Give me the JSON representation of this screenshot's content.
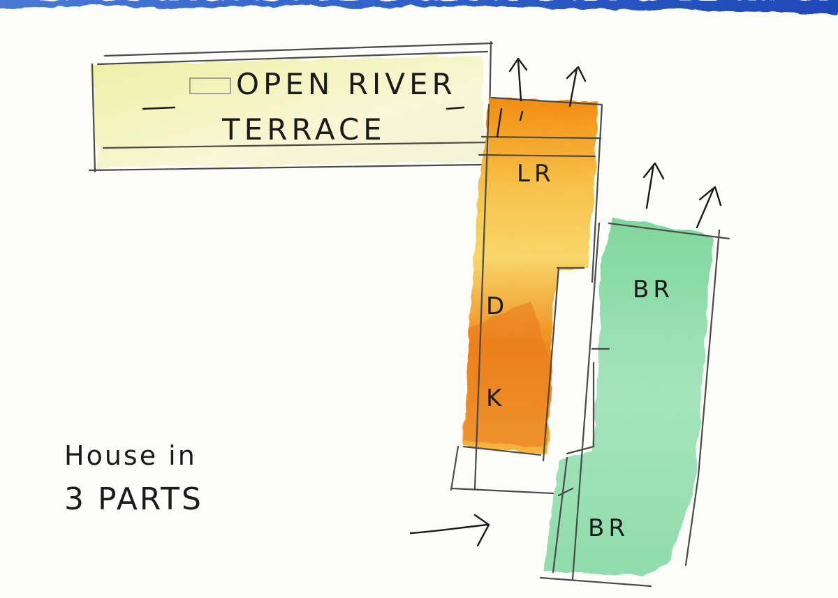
{
  "title_text": {
    "line1": "House in",
    "line2": "3 PARTS"
  },
  "zones": {
    "terrace": {
      "label_line1": "OPEN RIVER",
      "label_line2": "TERRACE",
      "color": "#f4f1b8"
    },
    "living": {
      "label_lr": "LR",
      "label_d": "D",
      "label_k": "K",
      "color": "#f39a1e"
    },
    "bedrooms": {
      "label_br_upper": "BR",
      "label_br_lower": "BR",
      "color": "#8ed9a8"
    }
  },
  "water_color": "#2f5fc9"
}
